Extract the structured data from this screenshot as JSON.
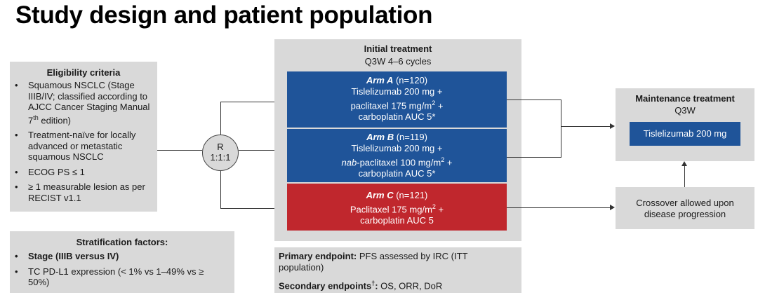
{
  "title": "Study design and patient population",
  "eligibility": {
    "title": "Eligibility criteria",
    "items": [
      {
        "pre": "Squamous NSCLC (Stage IIIB/IV; classified according to AJCC Cancer Staging Manual 7",
        "sup": "th",
        "post": " edition)"
      },
      {
        "pre": "Treatment-naïve for locally advanced or metastatic squamous NSCLC",
        "sup": "",
        "post": ""
      },
      {
        "pre": "ECOG PS ≤ 1",
        "sup": "",
        "post": ""
      },
      {
        "pre": "≥ 1 measurable lesion as per RECIST v1.1",
        "sup": "",
        "post": ""
      }
    ]
  },
  "stratification": {
    "title": "Stratification factors:",
    "item1": "Stage (IIIB versus IV)",
    "item2": "TC PD-L1 expression (< 1% vs 1–49% vs ≥ 50%)"
  },
  "randomization": {
    "line1": "R",
    "line2": "1:1:1"
  },
  "initial": {
    "title": "Initial treatment",
    "subtitle": "Q3W 4–6 cycles"
  },
  "armA": {
    "name": "Arm A",
    "n": " (n=120)",
    "line1": "Tislelizumab 200 mg +",
    "line2_pre": "paclitaxel 175 mg/m",
    "line2_sup": "2",
    "line2_post": " +",
    "line3": "carboplatin AUC 5*"
  },
  "armB": {
    "name": "Arm B",
    "n": " (n=119)",
    "line1": "Tislelizumab 200 mg +",
    "line2_italic": "nab",
    "line2_pre": "-paclitaxel 100 mg/m",
    "line2_sup": "2",
    "line2_post": " +",
    "line3": "carboplatin AUC 5*"
  },
  "armC": {
    "name": "Arm C",
    "n": " (n=121)",
    "line1_pre": "Paclitaxel 175 mg/m",
    "line1_sup": "2",
    "line1_post": " +",
    "line2": "carboplatin AUC 5"
  },
  "maintenance": {
    "title": "Maintenance treatment",
    "subtitle": "Q3W",
    "drug": "Tislelizumab 200 mg"
  },
  "crossover": {
    "line1": "Crossover allowed upon",
    "line2": "disease progression"
  },
  "endpoints": {
    "primary_label": "Primary endpoint:",
    "primary_text": " PFS assessed by IRC (ITT population)",
    "secondary_label": "Secondary endpoints",
    "secondary_sup": "†",
    "secondary_colon": ":",
    "secondary_text": " OS, ORR, DoR"
  },
  "colors": {
    "arm_blue": "#1f5499",
    "arm_red": "#c0272d",
    "box_gray": "#d9d9d9"
  }
}
